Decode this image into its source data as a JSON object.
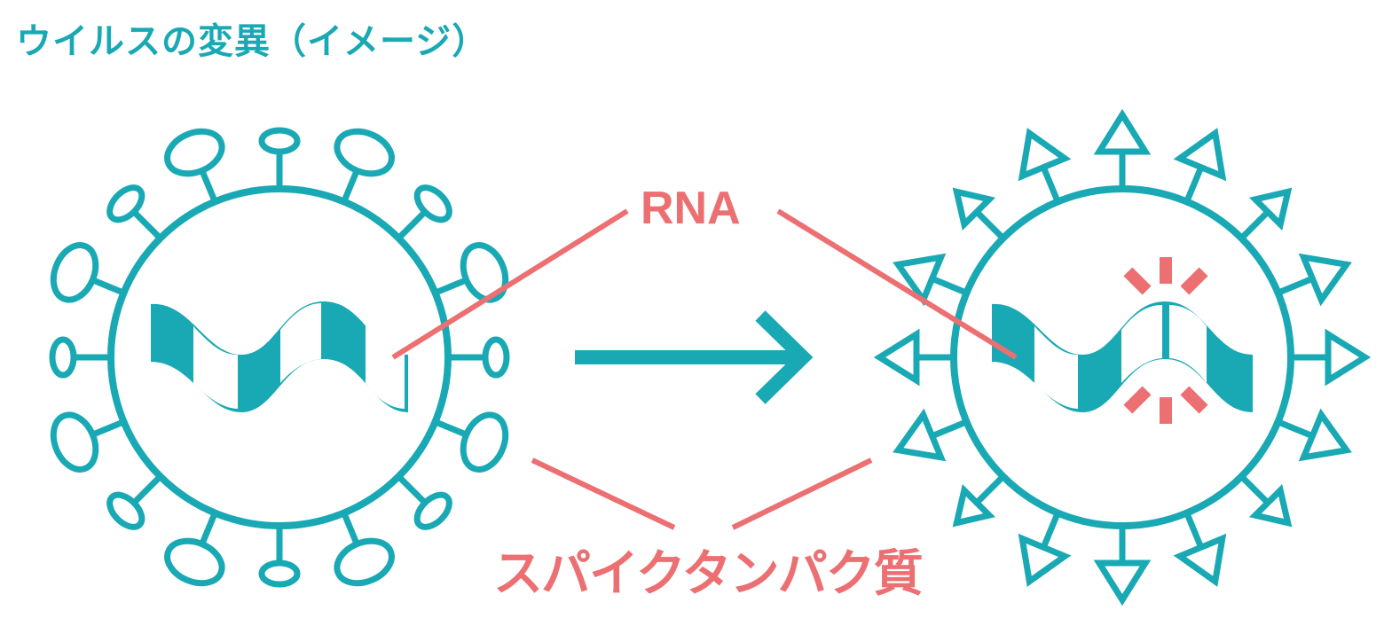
{
  "title": "ウイルスの変異（イメージ）",
  "labels": {
    "rna": "RNA",
    "spike_protein": "スパイクタンパク質"
  },
  "viruses": [
    {
      "name": "original-virus",
      "spike_shape": "ellipse",
      "spike_count": 16,
      "rna_mutated": false
    },
    {
      "name": "mutated-virus",
      "spike_shape": "triangle",
      "spike_count": 16,
      "rna_mutated": true
    }
  ],
  "colors": {
    "primary": "#19a9b4",
    "accent": "#ec6f72",
    "background": "#ffffff"
  }
}
